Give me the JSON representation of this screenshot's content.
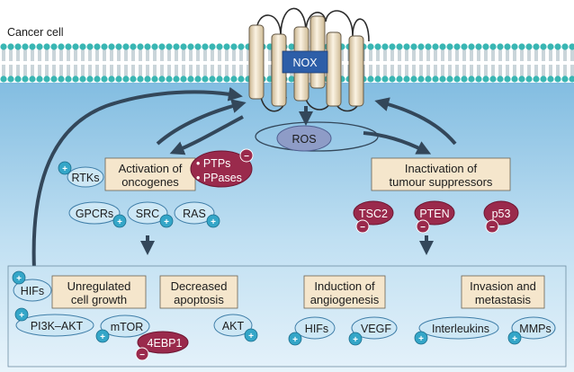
{
  "cell_label": "Cancer cell",
  "nox": "NOX",
  "ros": "ROS",
  "activation": {
    "title_line1": "Activation of",
    "title_line2": "oncogenes",
    "inhibitor1": "• PTPs",
    "inhibitor2": "• PPases",
    "rtks": "RTKs",
    "gpcrs": "GPCRs",
    "src": "SRC",
    "ras": "RAS"
  },
  "inactivation": {
    "title_line1": "Inactivation of",
    "title_line2": "tumour suppressors",
    "tsc2": "TSC2",
    "pten": "PTEN",
    "p53": "p53"
  },
  "outcomes": {
    "growth_line1": "Unregulated",
    "growth_line2": "cell growth",
    "hifs_growth": "HIFs",
    "pi3k_akt": "PI3K–AKT",
    "mtor": "mTOR",
    "ebp1": "4EBP1",
    "apoptosis_line1": "Decreased",
    "apoptosis_line2": "apoptosis",
    "akt": "AKT",
    "angio_line1": "Induction of",
    "angio_line2": "angiogenesis",
    "hifs_angio": "HIFs",
    "vegf": "VEGF",
    "invasion_line1": "Invasion and",
    "invasion_line2": "metastasis",
    "interleukins": "Interleukins",
    "mmps": "MMPs"
  },
  "colors": {
    "cytoplasm_top": "#7fbbe0",
    "cytoplasm_bottom": "#e8f4fb",
    "membrane_head": "#39b6b3",
    "tan_box": "#f5e6cc",
    "molecule_blue": "#cde7f5",
    "molecule_red": "#9a2a4c",
    "nox_box": "#2d5ea8"
  },
  "icons": {
    "activator_badge": "plus-badge-icon",
    "inhibitor_badge": "minus-badge-icon",
    "flow_arrow": "arrow-icon"
  }
}
